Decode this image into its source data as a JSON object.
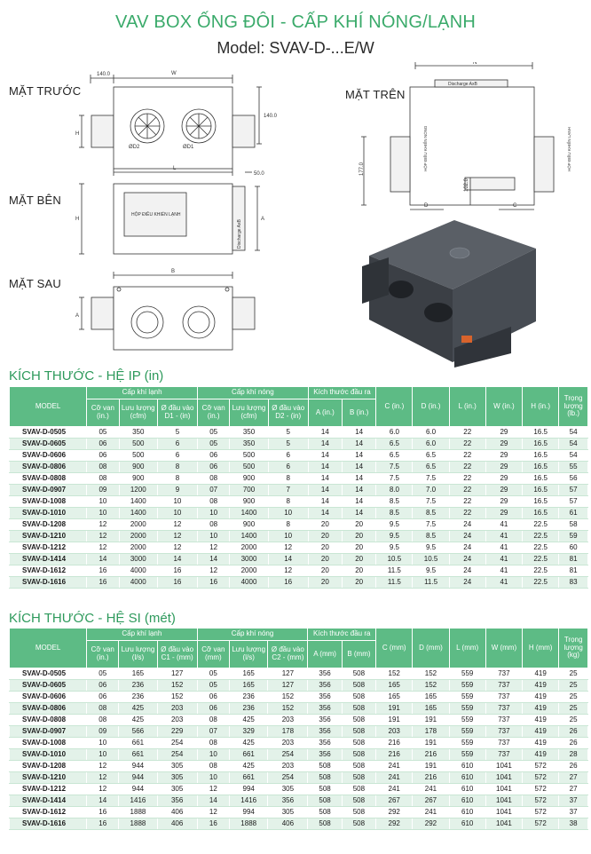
{
  "header": {
    "title": "VAV BOX ỐNG ĐÔI - CẤP KHÍ NÓNG/LẠNH",
    "model": "Model: SVAV-D-...E/W"
  },
  "views": {
    "front": "MẶT TRƯỚC",
    "side": "MẶT BÊN",
    "back": "MẶT SAU",
    "top": "MẶT TRÊN"
  },
  "drawing_labels": {
    "w": "W",
    "h": "H",
    "l": "L",
    "a": "A",
    "b": "B",
    "n": "N",
    "c": "C",
    "d": "D",
    "dim_140": "140.0",
    "dim_50": "50.0",
    "dim_177": "177.0",
    "dim_102": "102.0",
    "d02": "ØD2",
    "d01": "ØD1",
    "control_box": "HỘP ĐIỀU KHIỂN LẠNH",
    "control_box_top_left": "HỘP ĐIỀU KHIỂN NÓNG",
    "control_box_top_right": "HỘP ĐIỀU KHIỂN LẠNH",
    "discharge": "Discharge AxB"
  },
  "table_ip": {
    "section_title": "KÍCH THƯỚC - HỆ IP (in)",
    "group_headers": {
      "cold": "Cấp khí lạnh",
      "hot": "Cấp khí nóng",
      "outlet": "Kích thước đầu ra"
    },
    "columns": {
      "model": "MODEL",
      "cold_valve": "Cỡ van (in.)",
      "cold_flow": "Lưu lượng (cfm)",
      "cold_d": "Ø đầu vào D1 - (in)",
      "hot_valve": "Cỡ van (in.)",
      "hot_flow": "Lưu lượng (cfm)",
      "hot_d": "Ø đầu vào D2 - (in)",
      "a": "A (in.)",
      "b": "B (in.)",
      "c": "C (in.)",
      "d": "D (in.)",
      "l": "L (in.)",
      "w": "W (in.)",
      "h": "H (in.)",
      "weight": "Trọng lượng (lb.)"
    },
    "rows": [
      [
        "SVAV-D-0505",
        "05",
        "350",
        "5",
        "05",
        "350",
        "5",
        "14",
        "14",
        "6.0",
        "6.0",
        "22",
        "29",
        "16.5",
        "54"
      ],
      [
        "SVAV-D-0605",
        "06",
        "500",
        "6",
        "05",
        "350",
        "5",
        "14",
        "14",
        "6.5",
        "6.0",
        "22",
        "29",
        "16.5",
        "54"
      ],
      [
        "SVAV-D-0606",
        "06",
        "500",
        "6",
        "06",
        "500",
        "6",
        "14",
        "14",
        "6.5",
        "6.5",
        "22",
        "29",
        "16.5",
        "54"
      ],
      [
        "SVAV-D-0806",
        "08",
        "900",
        "8",
        "06",
        "500",
        "6",
        "14",
        "14",
        "7.5",
        "6.5",
        "22",
        "29",
        "16.5",
        "55"
      ],
      [
        "SVAV-D-0808",
        "08",
        "900",
        "8",
        "08",
        "900",
        "8",
        "14",
        "14",
        "7.5",
        "7.5",
        "22",
        "29",
        "16.5",
        "56"
      ],
      [
        "SVAV-D-0907",
        "09",
        "1200",
        "9",
        "07",
        "700",
        "7",
        "14",
        "14",
        "8.0",
        "7.0",
        "22",
        "29",
        "16.5",
        "57"
      ],
      [
        "SVAV-D-1008",
        "10",
        "1400",
        "10",
        "08",
        "900",
        "8",
        "14",
        "14",
        "8.5",
        "7.5",
        "22",
        "29",
        "16.5",
        "57"
      ],
      [
        "SVAV-D-1010",
        "10",
        "1400",
        "10",
        "10",
        "1400",
        "10",
        "14",
        "14",
        "8.5",
        "8.5",
        "22",
        "29",
        "16.5",
        "61"
      ],
      [
        "SVAV-D-1208",
        "12",
        "2000",
        "12",
        "08",
        "900",
        "8",
        "20",
        "20",
        "9.5",
        "7.5",
        "24",
        "41",
        "22.5",
        "58"
      ],
      [
        "SVAV-D-1210",
        "12",
        "2000",
        "12",
        "10",
        "1400",
        "10",
        "20",
        "20",
        "9.5",
        "8.5",
        "24",
        "41",
        "22.5",
        "59"
      ],
      [
        "SVAV-D-1212",
        "12",
        "2000",
        "12",
        "12",
        "2000",
        "12",
        "20",
        "20",
        "9.5",
        "9.5",
        "24",
        "41",
        "22.5",
        "60"
      ],
      [
        "SVAV-D-1414",
        "14",
        "3000",
        "14",
        "14",
        "3000",
        "14",
        "20",
        "20",
        "10.5",
        "10.5",
        "24",
        "41",
        "22.5",
        "81"
      ],
      [
        "SVAV-D-1612",
        "16",
        "4000",
        "16",
        "12",
        "2000",
        "12",
        "20",
        "20",
        "11.5",
        "9.5",
        "24",
        "41",
        "22.5",
        "81"
      ],
      [
        "SVAV-D-1616",
        "16",
        "4000",
        "16",
        "16",
        "4000",
        "16",
        "20",
        "20",
        "11.5",
        "11.5",
        "24",
        "41",
        "22.5",
        "83"
      ]
    ]
  },
  "table_si": {
    "section_title": "KÍCH THƯỚC - HỆ SI (mét)",
    "group_headers": {
      "cold": "Cấp khí lạnh",
      "hot": "Cấp khí nóng",
      "outlet": "Kích thước đầu ra"
    },
    "columns": {
      "model": "MODEL",
      "cold_valve": "Cỡ van (in.)",
      "cold_flow": "Lưu lượng (l/s)",
      "cold_d": "Ø đầu vào C1 - (mm)",
      "hot_valve": "Cỡ van (mm)",
      "hot_flow": "Lưu lượng (l/s)",
      "hot_d": "Ø đầu vào C2 - (mm)",
      "a": "A (mm)",
      "b": "B (mm)",
      "c": "C (mm)",
      "d": "D (mm)",
      "l": "L (mm)",
      "w": "W (mm)",
      "h": "H (mm)",
      "weight": "Trọng lượng (kg)"
    },
    "rows": [
      [
        "SVAV-D-0505",
        "05",
        "165",
        "127",
        "05",
        "165",
        "127",
        "356",
        "508",
        "152",
        "152",
        "559",
        "737",
        "419",
        "25"
      ],
      [
        "SVAV-D-0605",
        "06",
        "236",
        "152",
        "05",
        "165",
        "127",
        "356",
        "508",
        "165",
        "152",
        "559",
        "737",
        "419",
        "25"
      ],
      [
        "SVAV-D-0606",
        "06",
        "236",
        "152",
        "06",
        "236",
        "152",
        "356",
        "508",
        "165",
        "165",
        "559",
        "737",
        "419",
        "25"
      ],
      [
        "SVAV-D-0806",
        "08",
        "425",
        "203",
        "06",
        "236",
        "152",
        "356",
        "508",
        "191",
        "165",
        "559",
        "737",
        "419",
        "25"
      ],
      [
        "SVAV-D-0808",
        "08",
        "425",
        "203",
        "08",
        "425",
        "203",
        "356",
        "508",
        "191",
        "191",
        "559",
        "737",
        "419",
        "25"
      ],
      [
        "SVAV-D-0907",
        "09",
        "566",
        "229",
        "07",
        "329",
        "178",
        "356",
        "508",
        "203",
        "178",
        "559",
        "737",
        "419",
        "26"
      ],
      [
        "SVAV-D-1008",
        "10",
        "661",
        "254",
        "08",
        "425",
        "203",
        "356",
        "508",
        "216",
        "191",
        "559",
        "737",
        "419",
        "26"
      ],
      [
        "SVAV-D-1010",
        "10",
        "661",
        "254",
        "10",
        "661",
        "254",
        "356",
        "508",
        "216",
        "216",
        "559",
        "737",
        "419",
        "28"
      ],
      [
        "SVAV-D-1208",
        "12",
        "944",
        "305",
        "08",
        "425",
        "203",
        "508",
        "508",
        "241",
        "191",
        "610",
        "1041",
        "572",
        "26"
      ],
      [
        "SVAV-D-1210",
        "12",
        "944",
        "305",
        "10",
        "661",
        "254",
        "508",
        "508",
        "241",
        "216",
        "610",
        "1041",
        "572",
        "27"
      ],
      [
        "SVAV-D-1212",
        "12",
        "944",
        "305",
        "12",
        "994",
        "305",
        "508",
        "508",
        "241",
        "241",
        "610",
        "1041",
        "572",
        "27"
      ],
      [
        "SVAV-D-1414",
        "14",
        "1416",
        "356",
        "14",
        "1416",
        "356",
        "508",
        "508",
        "267",
        "267",
        "610",
        "1041",
        "572",
        "37"
      ],
      [
        "SVAV-D-1612",
        "16",
        "1888",
        "406",
        "12",
        "994",
        "305",
        "508",
        "508",
        "292",
        "241",
        "610",
        "1041",
        "572",
        "37"
      ],
      [
        "SVAV-D-1616",
        "16",
        "1888",
        "406",
        "16",
        "1888",
        "406",
        "508",
        "508",
        "292",
        "292",
        "610",
        "1041",
        "572",
        "38"
      ]
    ]
  }
}
